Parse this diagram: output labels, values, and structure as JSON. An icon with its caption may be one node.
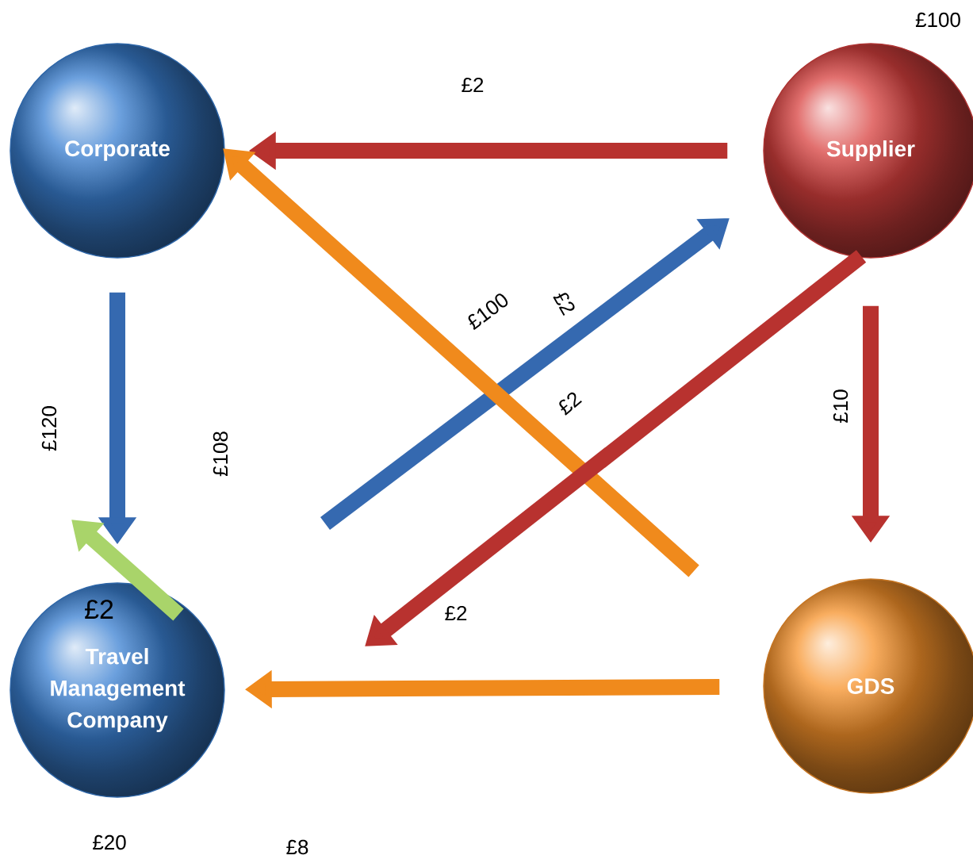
{
  "diagram": {
    "nodes": [
      {
        "text": [
          "Corporate"
        ]
      },
      {
        "text": [
          "Supplier"
        ],
        "beside": [
          "£100"
        ]
      },
      {
        "text": [
          "Travel Management Company"
        ]
      },
      {
        "text": [
          "GDS"
        ]
      }
    ],
    "edges": [
      {
        "from": 1,
        "to": 0,
        "arrow": "to",
        "label": "£2",
        "color": "#b8322f"
      },
      {
        "from": 0,
        "to": 2,
        "arrow": "to",
        "label": "£120",
        "color": "#3569b0"
      },
      {
        "from": 1,
        "to": 3,
        "arrow": "to",
        "label": "£10",
        "color": "#b8322f"
      },
      {
        "from": 3,
        "to": 2,
        "arrow": "to",
        "color": "#f08a1c"
      },
      {
        "from": null,
        "to": 1,
        "arrow": "to",
        "label": "£100",
        "color": "#3569b0"
      },
      {
        "from": null,
        "to": 0,
        "arrow": "to",
        "color": "#f08a1c"
      },
      {
        "from": 1,
        "to": null,
        "arrow": "to",
        "color": "#b8322f"
      },
      {
        "from": 2,
        "to": null,
        "arrow": "to",
        "label": "£2",
        "color": "#a9d46a"
      }
    ],
    "labels": [
      "£2",
      "£108",
      "£2",
      "£2",
      "£20",
      "£8"
    ]
  }
}
